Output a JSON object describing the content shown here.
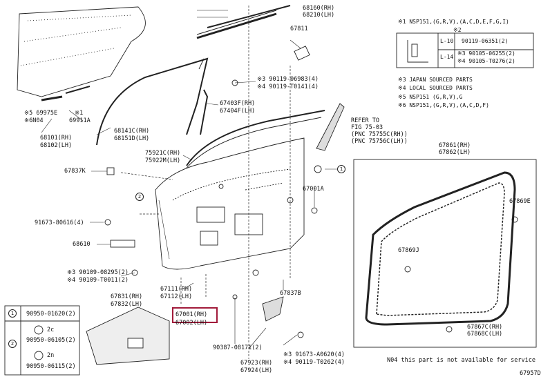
{
  "parts": {
    "p68160": "68160(RH)",
    "p68210": "68210(LH)",
    "p67811": "67811",
    "p69975": "※5 69975E",
    "pGN04": "※6N04",
    "p69911_1": "※1",
    "p69911": "69911A",
    "p68101": "68101(RH)",
    "p68102": "68102(LH)",
    "p90119a": "※3 90119-06983(4)",
    "p90119b": "※4 90119-T0141(4)",
    "p67403": "67403F(RH)",
    "p67404": "67404F(LH)",
    "p68141": "68141C(RH)",
    "p68151": "68151D(LH)",
    "refer1": "REFER TO",
    "refer2": "FIG 75-03",
    "refer3": "(PNC 75755C(RH))",
    "refer4": "(PNC 75756C(LH))",
    "p75921": "75921C(RH)",
    "p75922": "75922M(LH)",
    "p67837K": "67837K",
    "circle1": "1",
    "circle2": "2",
    "p67001A": "67001A",
    "p91673": "91673-80616(4)",
    "p68610": "68610",
    "p90109a": "※3 90109-08295(2)",
    "p90109b": "※4 90109-T0011(2)",
    "p67111": "67111(RH)",
    "p67112": "67112(LH)",
    "p67837B": "67837B",
    "p67831": "67831(RH)",
    "p67832": "67832(LH)",
    "p67001": "67001(RH)",
    "p67002": "67002(LH)",
    "p90387": "90387-08171(2)",
    "p91673b": "※3 91673-A0620(4)",
    "p90119c": "※4 90119-T0262(4)",
    "p67923": "67923(RH)",
    "p67924": "67924(LH)",
    "p67861": "67861(RH)",
    "p67862": "67862(LH)",
    "p67869E": "67869E",
    "p67869J": "67869J",
    "p67867": "67867C(RH)",
    "p67868": "67868C(LH)"
  },
  "notes": {
    "n1": "※1 NSP151,(G,R,V),(A,C,D,E,F,G,I)",
    "n2head": "※2",
    "l10": "L-10",
    "l10part": "90119-06351(2)",
    "l14": "L-14",
    "l14a": "※3 90105-06255(2)",
    "l14b": "※4 90105-T0276(2)",
    "n3": "※3 JAPAN SOURCED PARTS",
    "n4": "※4 LOCAL SOURCED PARTS",
    "n5": "※5 NSP151 (G,R,V),G",
    "n6": "※6 NSP151,(G,R,V),(A,C,D,F)"
  },
  "legend": {
    "r1num": "1",
    "r1part": "90950-01620(2)",
    "r2num": "2",
    "r2c": "2c",
    "r2a": "90950-06105(2)",
    "r2n": "2n",
    "r2b": "90950-06115(2)"
  },
  "footer": {
    "note": "N04 this part is not available for service",
    "fig": "67957D"
  }
}
